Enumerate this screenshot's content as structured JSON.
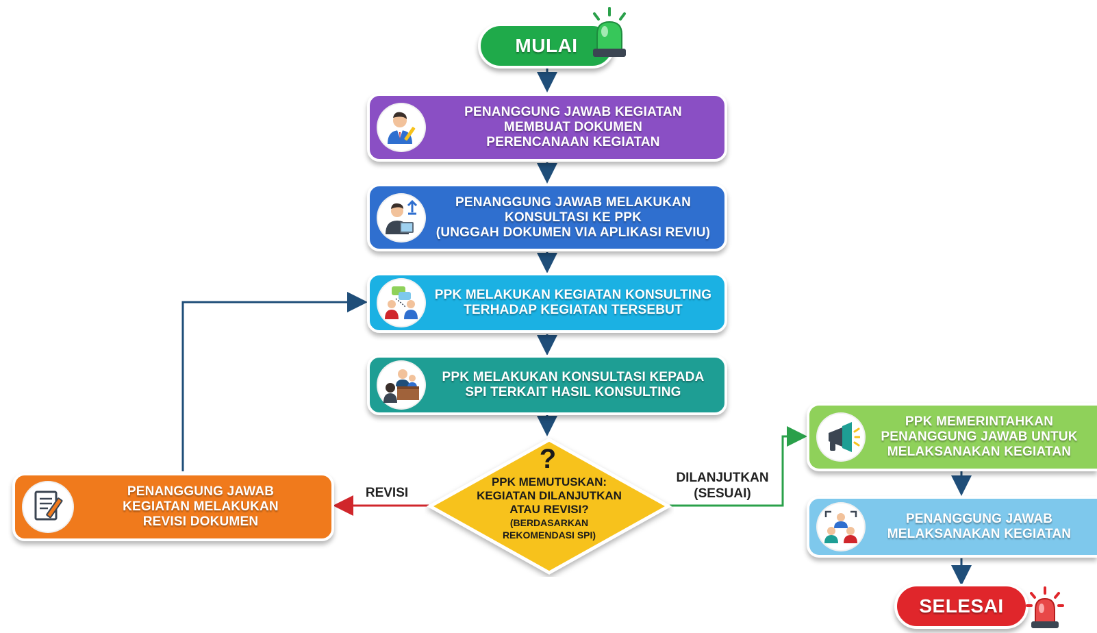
{
  "start": {
    "label": "MULAI"
  },
  "end": {
    "label": "SELESAI"
  },
  "steps": [
    {
      "lines": [
        "PENANGGUNG JAWAB KEGIATAN",
        "MEMBUAT DOKUMEN",
        "PERENCANAAN KEGIATAN"
      ],
      "icon": "person-writing-icon",
      "color": "#8a4fc4"
    },
    {
      "lines": [
        "PENANGGUNG JAWAB MELAKUKAN",
        "KONSULTASI KE PPK",
        "(UNGGAH DOKUMEN VIA APLIKASI REVIU)"
      ],
      "icon": "person-upload-tablet-icon",
      "color": "#2f6fcf"
    },
    {
      "lines": [
        "PPK MELAKUKAN KEGIATAN KONSULTING",
        "TERHADAP KEGIATAN TERSEBUT"
      ],
      "icon": "consulting-people-icon",
      "color": "#1bb1e3"
    },
    {
      "lines": [
        "PPK MELAKUKAN KONSULTASI KEPADA",
        "SPI TERKAIT HASIL KONSULTING"
      ],
      "icon": "meeting-desk-icon",
      "color": "#1e9e94"
    }
  ],
  "decision": {
    "mark": "?",
    "lines": [
      "PPK MEMUTUSKAN:",
      "KEGIATAN DILANJUTKAN",
      "ATAU REVISI?"
    ],
    "sublines": [
      "(BERDASARKAN",
      "REKOMENDASI SPI)"
    ],
    "color": "#f7c21c"
  },
  "revision": {
    "lines": [
      "PENANGGUNG JAWAB",
      "KEGIATAN MELAKUKAN",
      "REVISI DOKUMEN"
    ],
    "icon": "document-edit-icon",
    "color": "#f07a1c"
  },
  "right_steps": [
    {
      "lines": [
        "PPK MEMERINTAHKAN",
        "PENANGGUNG JAWAB UNTUK",
        "MELAKSANAKAN KEGIATAN"
      ],
      "icon": "megaphone-icon",
      "color": "#8fd15a"
    },
    {
      "lines": [
        "PENANGGUNG JAWAB",
        "MELAKSANAKAN KEGIATAN"
      ],
      "icon": "team-icon",
      "color": "#7ec8ec"
    }
  ],
  "edges": {
    "revisi": "REVISI",
    "lanjut": [
      "DILANJUTKAN",
      "(SESUAI)"
    ]
  },
  "colors": {
    "start": "#1faa4a",
    "end": "#e0262b",
    "arrow_main": "#1f4e79",
    "arrow_revisi": "#d0262b",
    "arrow_lanjut": "#2aa04a"
  }
}
